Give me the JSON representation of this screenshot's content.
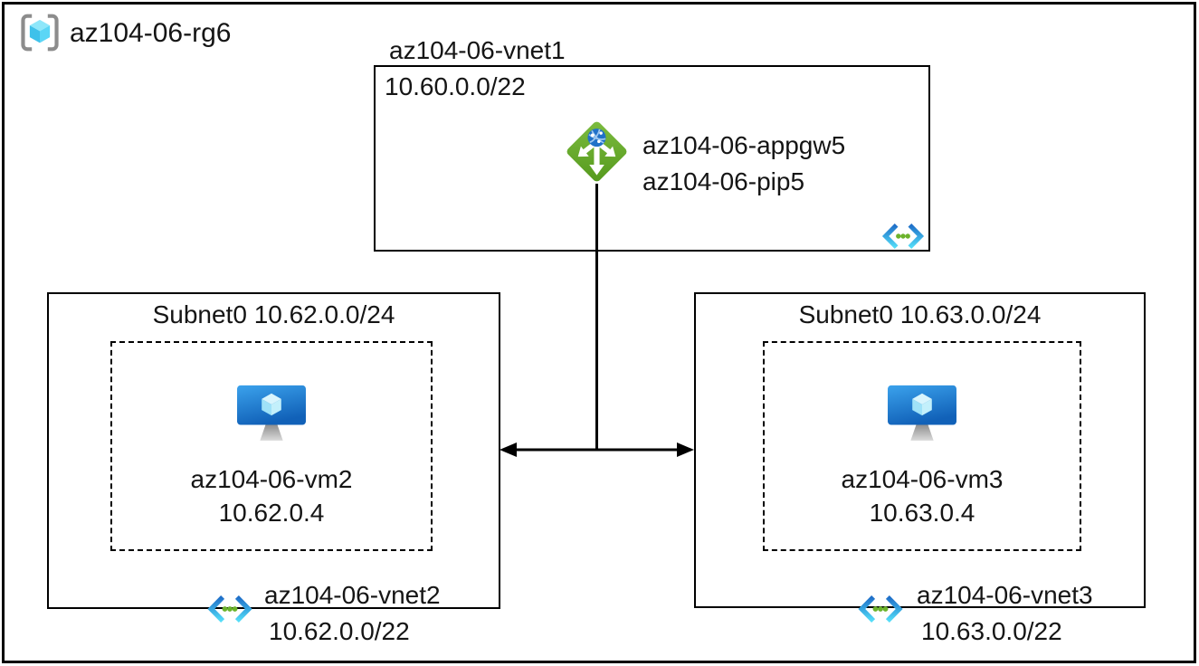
{
  "resource_group": {
    "name": "az104-06-rg6"
  },
  "vnet1": {
    "name": "az104-06-vnet1",
    "cidr": "10.60.0.0/22",
    "app_gateway": {
      "name": "az104-06-appgw5",
      "public_ip": "az104-06-pip5"
    }
  },
  "left": {
    "subnet_title": "Subnet0 10.62.0.0/24",
    "vm": {
      "name": "az104-06-vm2",
      "ip": "10.62.0.4"
    },
    "vnet": {
      "name": "az104-06-vnet2",
      "cidr": "10.62.0.0/22"
    }
  },
  "right": {
    "subnet_title": "Subnet0 10.63.0.0/24",
    "vm": {
      "name": "az104-06-vm3",
      "ip": "10.63.0.4"
    },
    "vnet": {
      "name": "az104-06-vnet3",
      "cidr": "10.63.0.0/22"
    }
  },
  "colors": {
    "appgw_green": "#6aab2e",
    "globe_blue": "#2071c8",
    "vnet_chevron_top": "#2b7bd4",
    "vnet_chevron_bottom": "#54dcf8",
    "vnet_dot_green": "#6cb32b",
    "vm_monitor_blue": "#1e78cf",
    "rg_cube_cyan": "#49c9ee",
    "rg_bracket_gray": "#8c8c8c",
    "line_black": "#000000"
  }
}
